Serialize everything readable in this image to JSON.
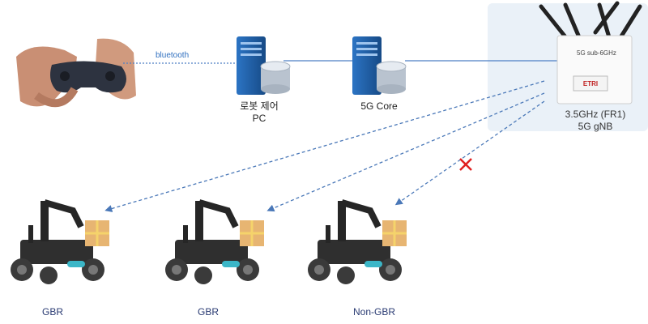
{
  "links": {
    "bluetooth_label": "bluetooth"
  },
  "nodes": {
    "robot_pc": {
      "line1": "로봇 제어",
      "line2": "PC"
    },
    "core": {
      "label": "5G Core"
    },
    "gnb": {
      "line1": "3.5GHz (FR1)",
      "line2": "5G gNB",
      "brand": "5G sub-6GHz",
      "maker": "ETRI"
    }
  },
  "robots": [
    {
      "label": "GBR"
    },
    {
      "label": "GBR"
    },
    {
      "label": "Non-GBR"
    }
  ],
  "colors": {
    "dashed_link": "#4a78b8",
    "solid_link": "#4d7fc4",
    "blocked_mark": "#e02020",
    "server_blue": "#1f5fa8",
    "robot_dark": "#2b2b2b"
  }
}
